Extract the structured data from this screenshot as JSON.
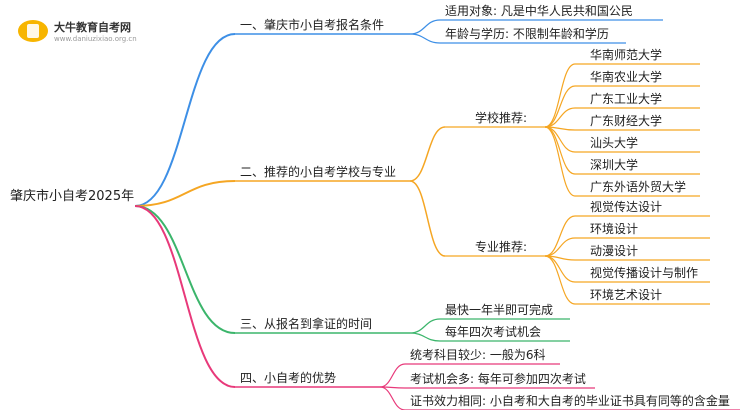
{
  "logo": {
    "name": "大牛教育自考网",
    "url": "www.daniuzixiao.org.cn"
  },
  "colors": {
    "blue": "#3d8fe6",
    "orange": "#f5a623",
    "green": "#3bb56b",
    "pink": "#e8397a"
  },
  "root": "肇庆市小自考2025年",
  "branches": [
    {
      "label": "一、肇庆市小自考报名条件",
      "color": "blue",
      "leaves": [
        "适用对象: 凡是中华人民共和国公民",
        "年龄与学历: 不限制年龄和学历"
      ]
    },
    {
      "label": "二、推荐的小自考学校与专业",
      "color": "orange",
      "groups": [
        {
          "label": "学校推荐:",
          "leaves": [
            "华南师范大学",
            "华南农业大学",
            "广东工业大学",
            "广东财经大学",
            "汕头大学",
            "深圳大学",
            "广东外语外贸大学"
          ]
        },
        {
          "label": "专业推荐:",
          "leaves": [
            "视觉传达设计",
            "环境设计",
            "动漫设计",
            "视觉传播设计与制作",
            "环境艺术设计"
          ]
        }
      ]
    },
    {
      "label": "三、从报名到拿证的时间",
      "color": "green",
      "leaves": [
        "最快一年半即可完成",
        "每年四次考试机会"
      ]
    },
    {
      "label": "四、小自考的优势",
      "color": "pink",
      "leaves": [
        "统考科目较少: 一般为6科",
        "考试机会多: 每年可参加四次考试",
        "证书效力相同: 小自考和大自考的毕业证书具有同等的含金量"
      ]
    }
  ]
}
